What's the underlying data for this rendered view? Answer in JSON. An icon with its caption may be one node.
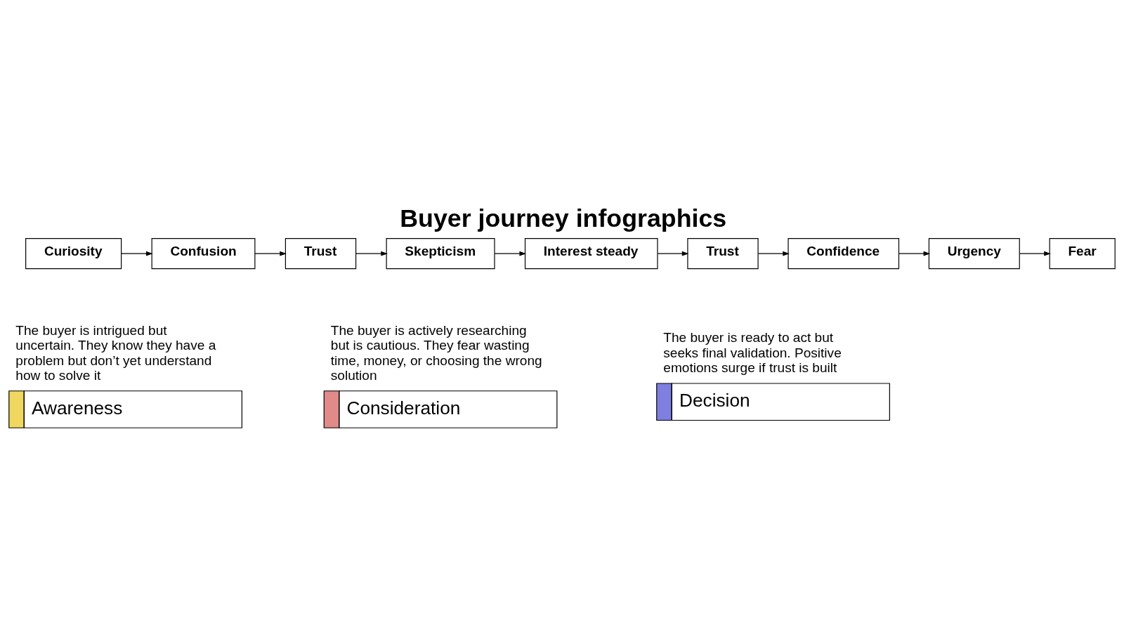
{
  "diagram": {
    "title": "Buyer journey infographics",
    "nodes": [
      {
        "text": [
          "Curiosity"
        ]
      },
      {
        "text": [
          "Confusion"
        ]
      },
      {
        "text": [
          "Trust"
        ]
      },
      {
        "text": [
          "Skepticism"
        ]
      },
      {
        "text": [
          "Interest steady"
        ]
      },
      {
        "text": [
          "Trust"
        ]
      },
      {
        "text": [
          "Confidence"
        ]
      },
      {
        "text": [
          "Urgency"
        ]
      },
      {
        "text": [
          "Fear"
        ]
      },
      {
        "text": [
          "Awareness"
        ],
        "beside": [
          "The buyer is intrigued but uncertain. They know they have a problem but don’t yet understand how to solve it"
        ]
      },
      {
        "text": [
          "Consideration"
        ],
        "beside": [
          "The buyer is actively researching but is cautious. They fear wasting time, money, or choosing the wrong solution"
        ]
      },
      {
        "text": [
          "Decision"
        ],
        "beside": [
          "The buyer is ready to act but seeks final validation. Positive emotions surge if trust is built"
        ]
      }
    ],
    "edges": [
      {
        "from": 0,
        "to": 1,
        "arrow": "to"
      },
      {
        "from": 1,
        "to": 2,
        "arrow": "to"
      },
      {
        "from": 2,
        "to": 3,
        "arrow": "to"
      },
      {
        "from": 3,
        "to": 4,
        "arrow": "to"
      },
      {
        "from": 4,
        "to": 5,
        "arrow": "to"
      },
      {
        "from": 5,
        "to": 6,
        "arrow": "to"
      },
      {
        "from": 6,
        "to": 7,
        "arrow": "to"
      },
      {
        "from": 7,
        "to": 8,
        "arrow": "to"
      }
    ]
  }
}
